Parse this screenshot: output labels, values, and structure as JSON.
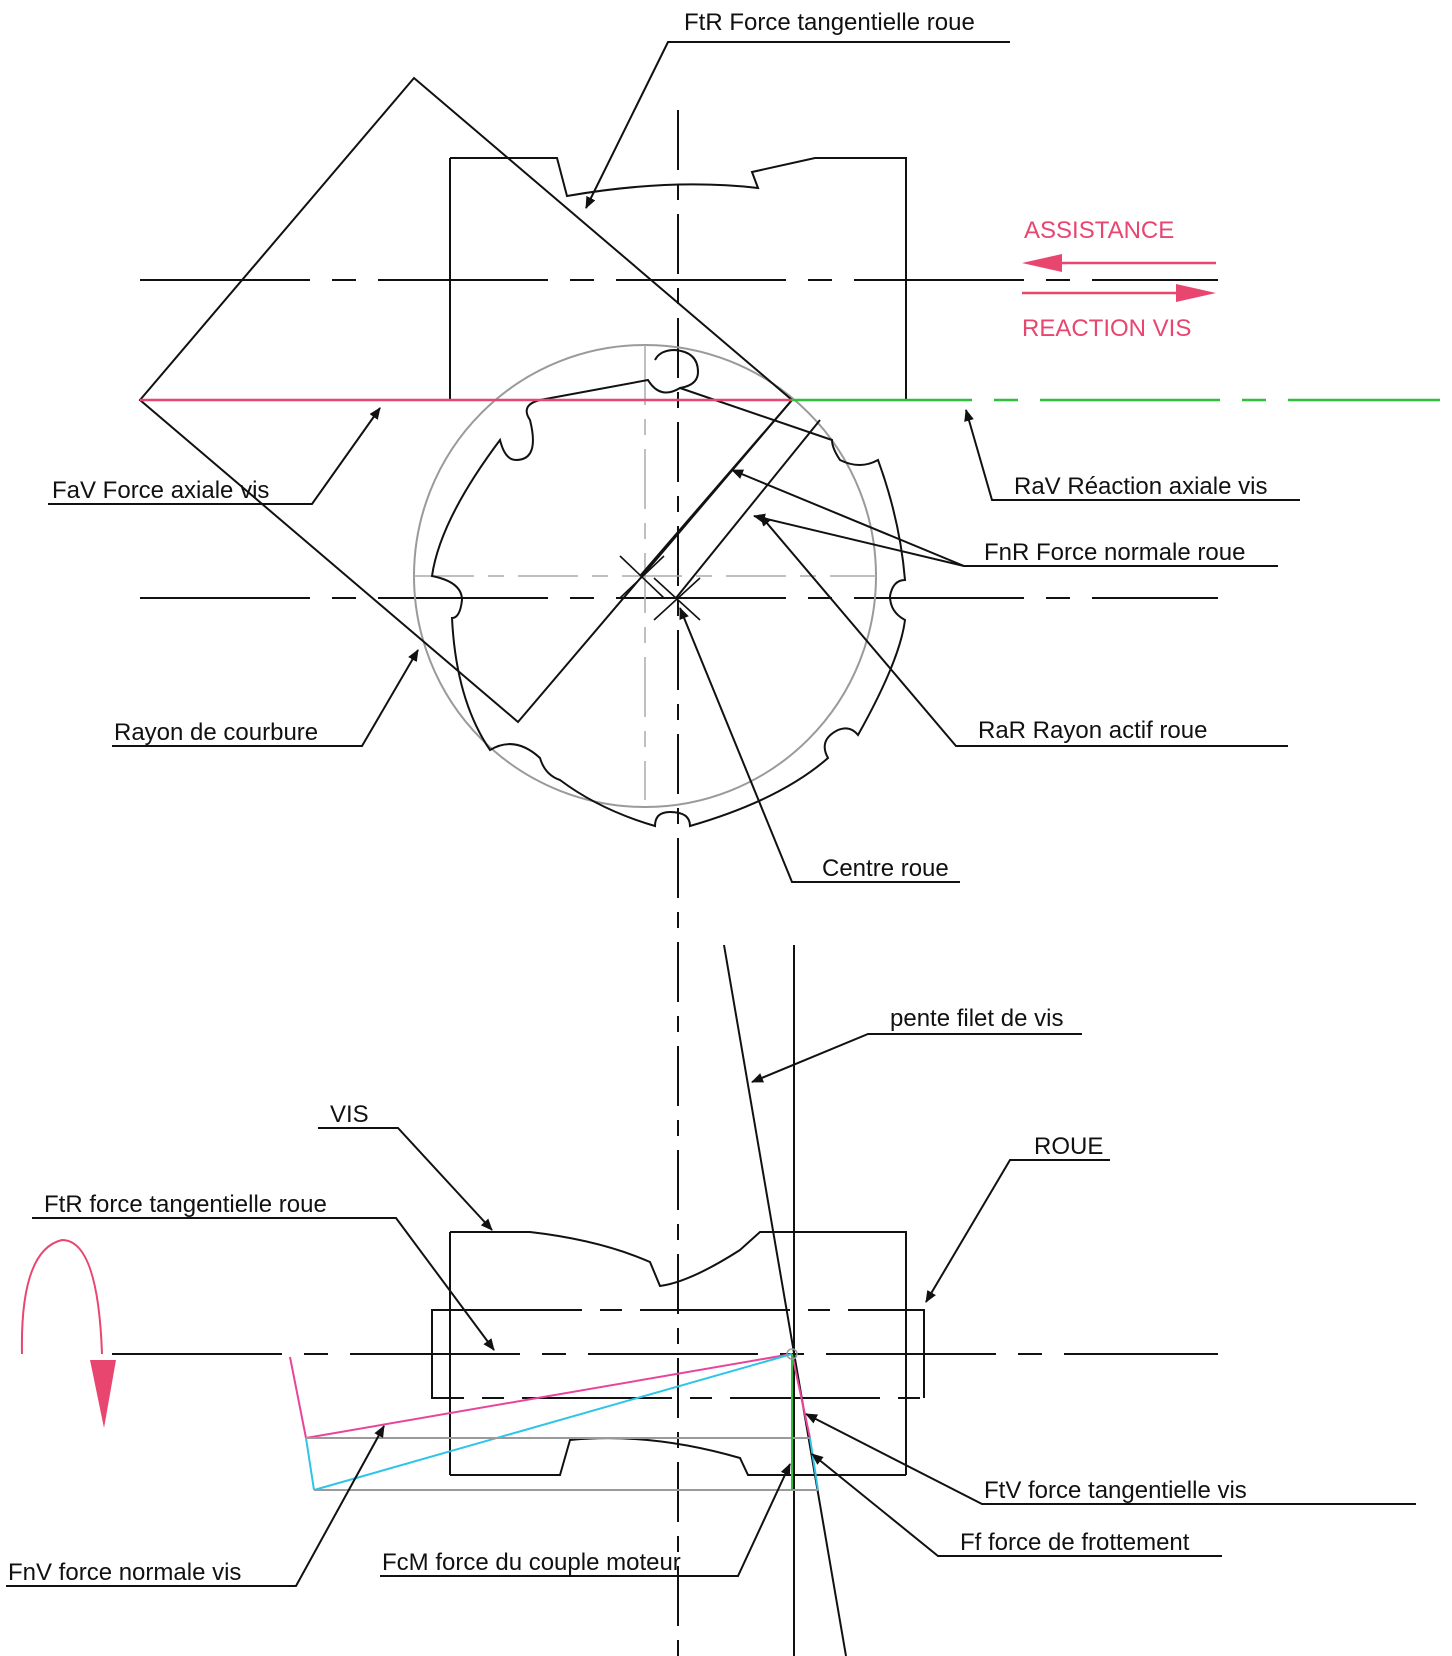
{
  "colors": {
    "line": "#111111",
    "red": "#e8456f",
    "green": "#2fbf3a",
    "magenta": "#e8459a",
    "cyan": "#2ec4e8",
    "grey": "#9a9a9a"
  },
  "labels": {
    "ftr_top": "FtR  Force tangentielle roue",
    "assistance": "ASSISTANCE",
    "reaction_vis": "REACTION VIS",
    "fav": "FaV Force axiale vis",
    "rav": "RaV  Réaction axiale vis",
    "fnr": "FnR  Force normale roue",
    "rayon_courbure": "Rayon de courbure",
    "rar": "RaR Rayon actif roue",
    "centre_roue": "Centre roue",
    "pente_filet": "pente filet de vis",
    "vis": "VIS",
    "roue": "ROUE",
    "ftr_bottom": "FtR   force tangentielle roue",
    "ftv": "FtV  force tangentielle vis",
    "ff": "Ff  force de frottement",
    "fnv": "FnV  force normale vis",
    "fcm": "FcM  force du couple moteur"
  }
}
